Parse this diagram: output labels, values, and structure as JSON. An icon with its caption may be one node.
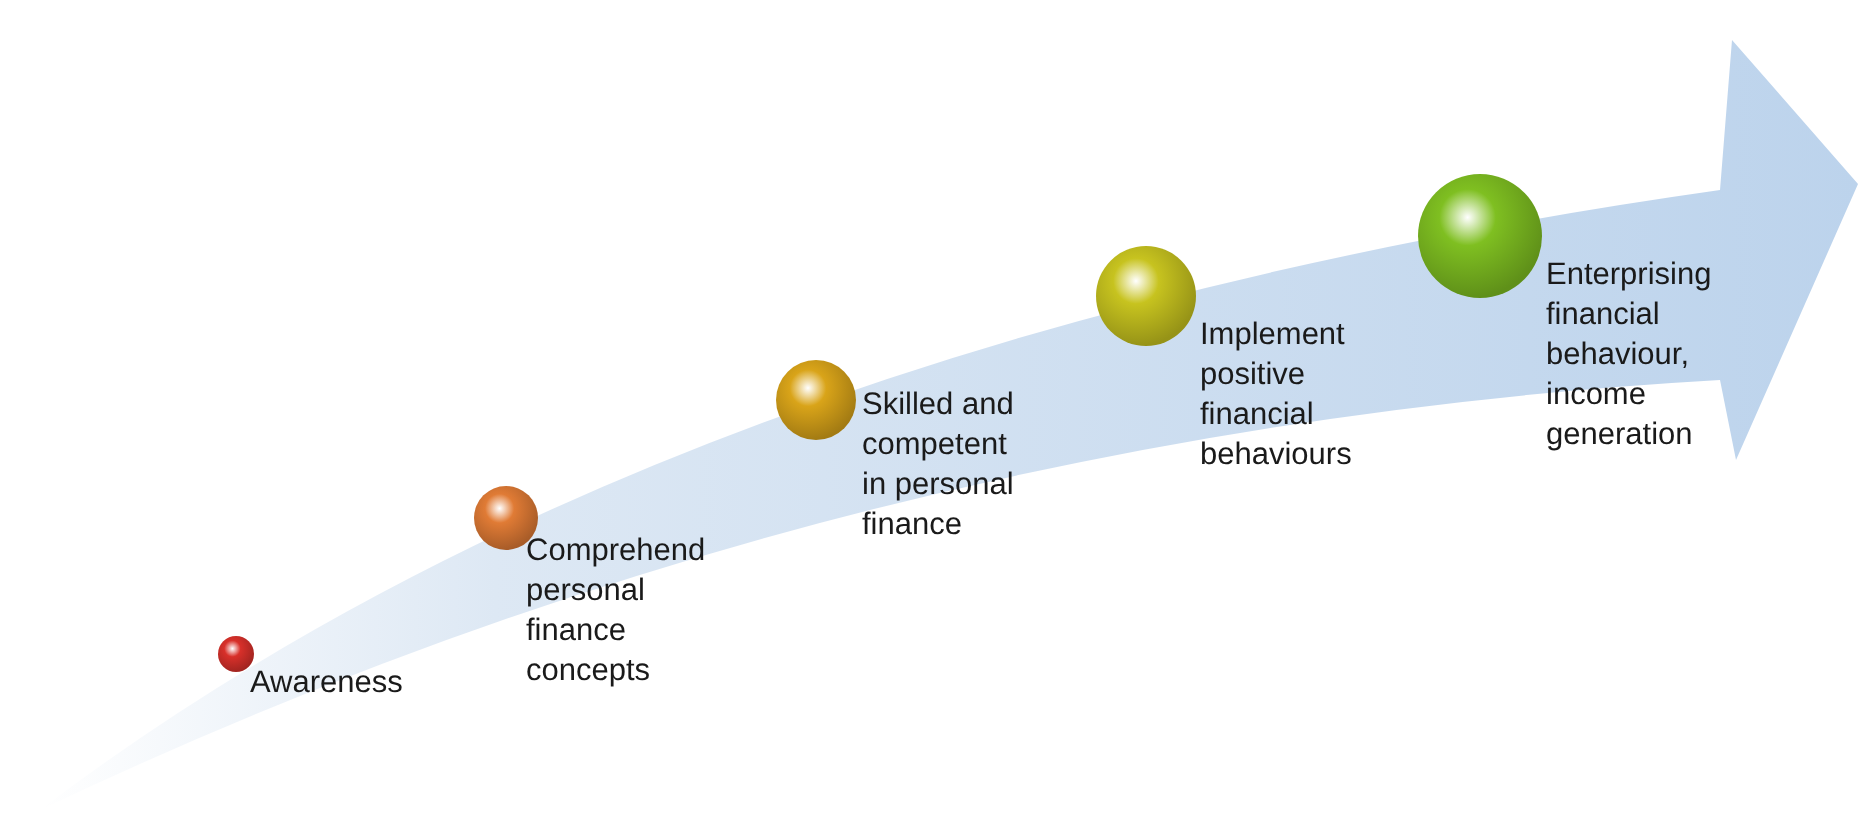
{
  "diagram": {
    "nodes": [
      {
        "text": [
          "Awareness"
        ]
      },
      {
        "text": [
          "Comprehend personal finance concepts"
        ]
      },
      {
        "text": [
          "Skilled and competent in personal finance"
        ]
      },
      {
        "text": [
          "Implement positive financial behaviours"
        ]
      },
      {
        "text": [
          "Enterprising financial behaviour, income generation"
        ]
      }
    ]
  }
}
